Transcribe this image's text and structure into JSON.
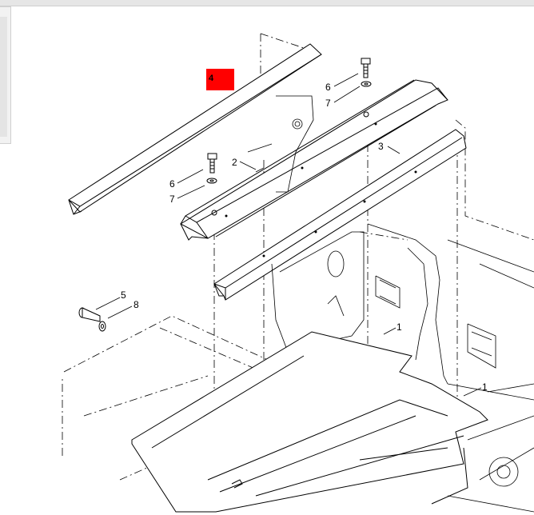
{
  "diagram": {
    "highlight_color": "#ff0000",
    "callouts": [
      {
        "id": "c4",
        "text": "4",
        "highlighted": true
      },
      {
        "id": "c6a",
        "text": "6"
      },
      {
        "id": "c7a",
        "text": "7"
      },
      {
        "id": "c3",
        "text": "3"
      },
      {
        "id": "c2",
        "text": "2"
      },
      {
        "id": "c6b",
        "text": "6"
      },
      {
        "id": "c7b",
        "text": "7"
      },
      {
        "id": "c5",
        "text": "5"
      },
      {
        "id": "c8",
        "text": "8"
      },
      {
        "id": "c1a",
        "text": "1"
      },
      {
        "id": "c1b",
        "text": "1"
      }
    ]
  }
}
